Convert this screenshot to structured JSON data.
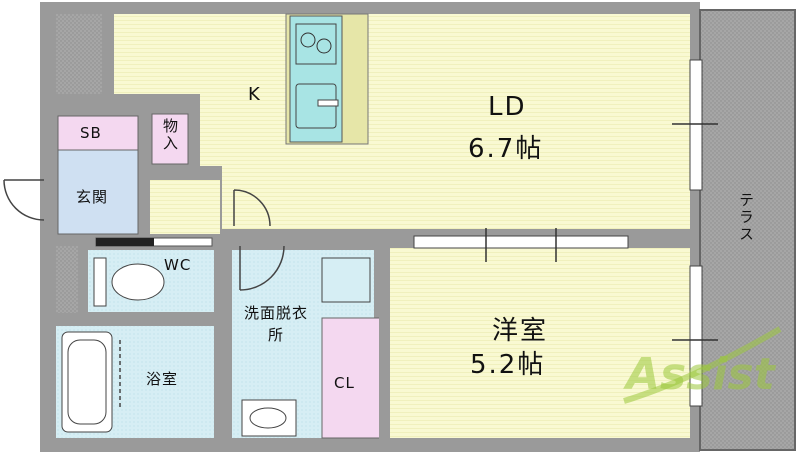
{
  "rooms": {
    "kitchen": "K",
    "ld_name": "LD",
    "ld_size": "6.7帖",
    "western_name": "洋室",
    "western_size": "5.2帖",
    "sb": "SB",
    "storage": "物入",
    "entrance": "玄関",
    "wc": "WC",
    "washroom": "洗面脱衣所",
    "bath": "浴室",
    "closet": "CL",
    "terrace": "テラス"
  },
  "logo": {
    "text": "Assist",
    "color": "#9cc83c"
  },
  "colors": {
    "wall": "#9a9a9a",
    "living_floor": "#f7f7cc",
    "wet_area": "#d4eef4",
    "storage": "#f4d8f0",
    "terrace": "#b8b8b8",
    "kitchen": "#a8e4e4"
  }
}
